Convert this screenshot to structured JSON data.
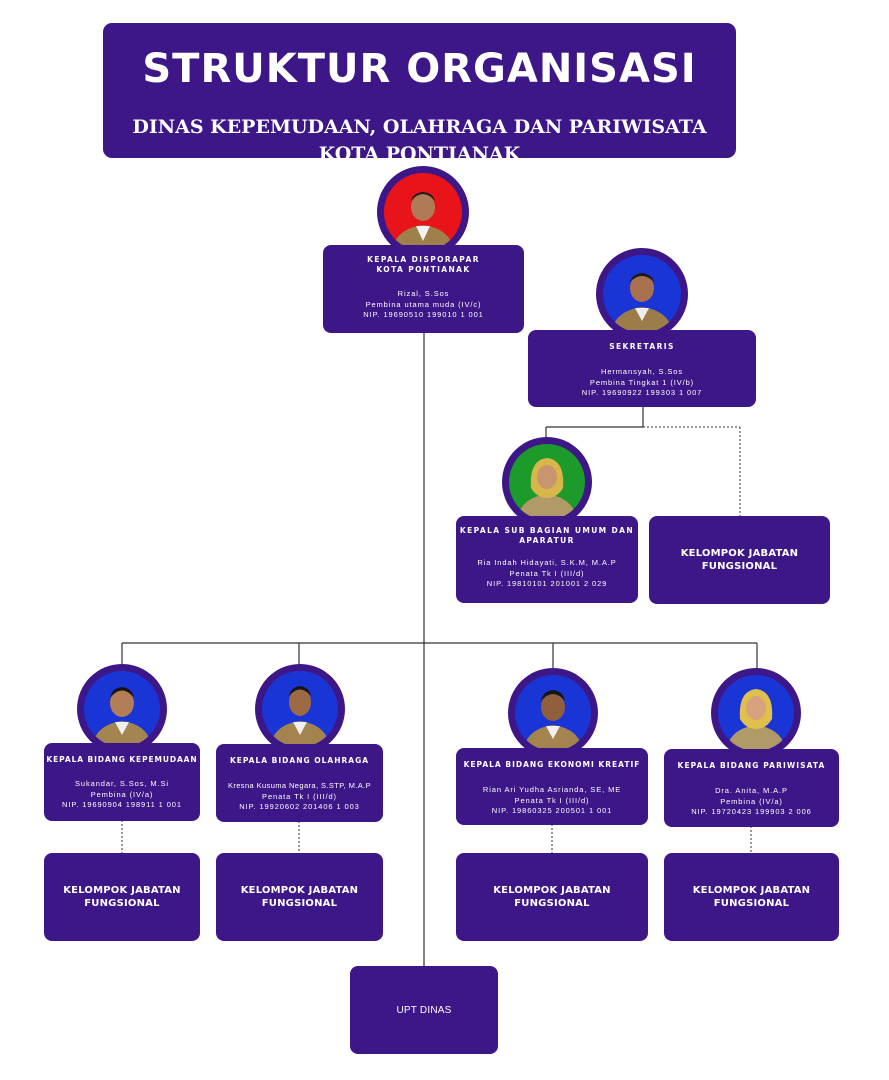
{
  "header": {
    "title": "STRUKTUR ORGANISASI",
    "subtitle_line1": "DINAS KEPEMUDAAN, OLAHRAGA DAN PARIWISATA",
    "subtitle_line2": "KOTA PONTIANAK"
  },
  "colors": {
    "box": "#3d1787",
    "line": "#333333",
    "bg_red": "#e8141a",
    "bg_blue": "#1a35d6",
    "bg_green": "#1c9a2a"
  },
  "kepala": {
    "title_line1": "KEPALA DISPORAPAR",
    "title_line2": "KOTA PONTIANAK",
    "name": "Rizal, S.Sos",
    "rank": "Pembina utama muda (IV/c)",
    "nip": "NIP. 19690510 199010 1 001"
  },
  "sekretaris": {
    "title": "SEKRETARIS",
    "name": "Hermansyah, S.Sos",
    "rank": "Pembina Tingkat 1 (IV/b)",
    "nip": "NIP. 19690922 199303 1 007"
  },
  "kasubag": {
    "title_line1": "KEPALA SUB BAGIAN UMUM DAN",
    "title_line2": "APARATUR",
    "name": "Ria Indah Hidayati, S.K.M, M.A.P",
    "rank": "Penata Tk I (III/d)",
    "nip": "NIP. 19810101 201001 2 029"
  },
  "kabid_kepemudaan": {
    "title": "KEPALA BIDANG KEPEMUDAAN",
    "name": "Sukandar, S.Sos, M.Si",
    "rank": "Pembina (IV/a)",
    "nip": "NIP. 19690904 198911 1 001"
  },
  "kabid_olahraga": {
    "title": "KEPALA BIDANG OLAHRAGA",
    "name": "Kresna Kusuma Negara, S.STP, M.A.P",
    "rank": "Penata Tk I (III/d)",
    "nip": "NIP. 19920602 201406 1 003"
  },
  "kabid_ekraf": {
    "title": "KEPALA BIDANG EKONOMI KREATIF",
    "name": "Rian Ari Yudha Asrianda, SE, ME",
    "rank": "Penata Tk I (III/d)",
    "nip": "NIP. 19860325 200501 1 001"
  },
  "kabid_pariwisata": {
    "title": "KEPALA BIDANG PARIWISATA",
    "name": "Dra. Anita, M.A.P",
    "rank": "Pembina (IV/a)",
    "nip": "NIP. 19720423 199903 2 006"
  },
  "fungsional": {
    "line1": "KELOMPOK JABATAN",
    "line2": "FUNGSIONAL"
  },
  "upt": {
    "label": "UPT DINAS"
  }
}
